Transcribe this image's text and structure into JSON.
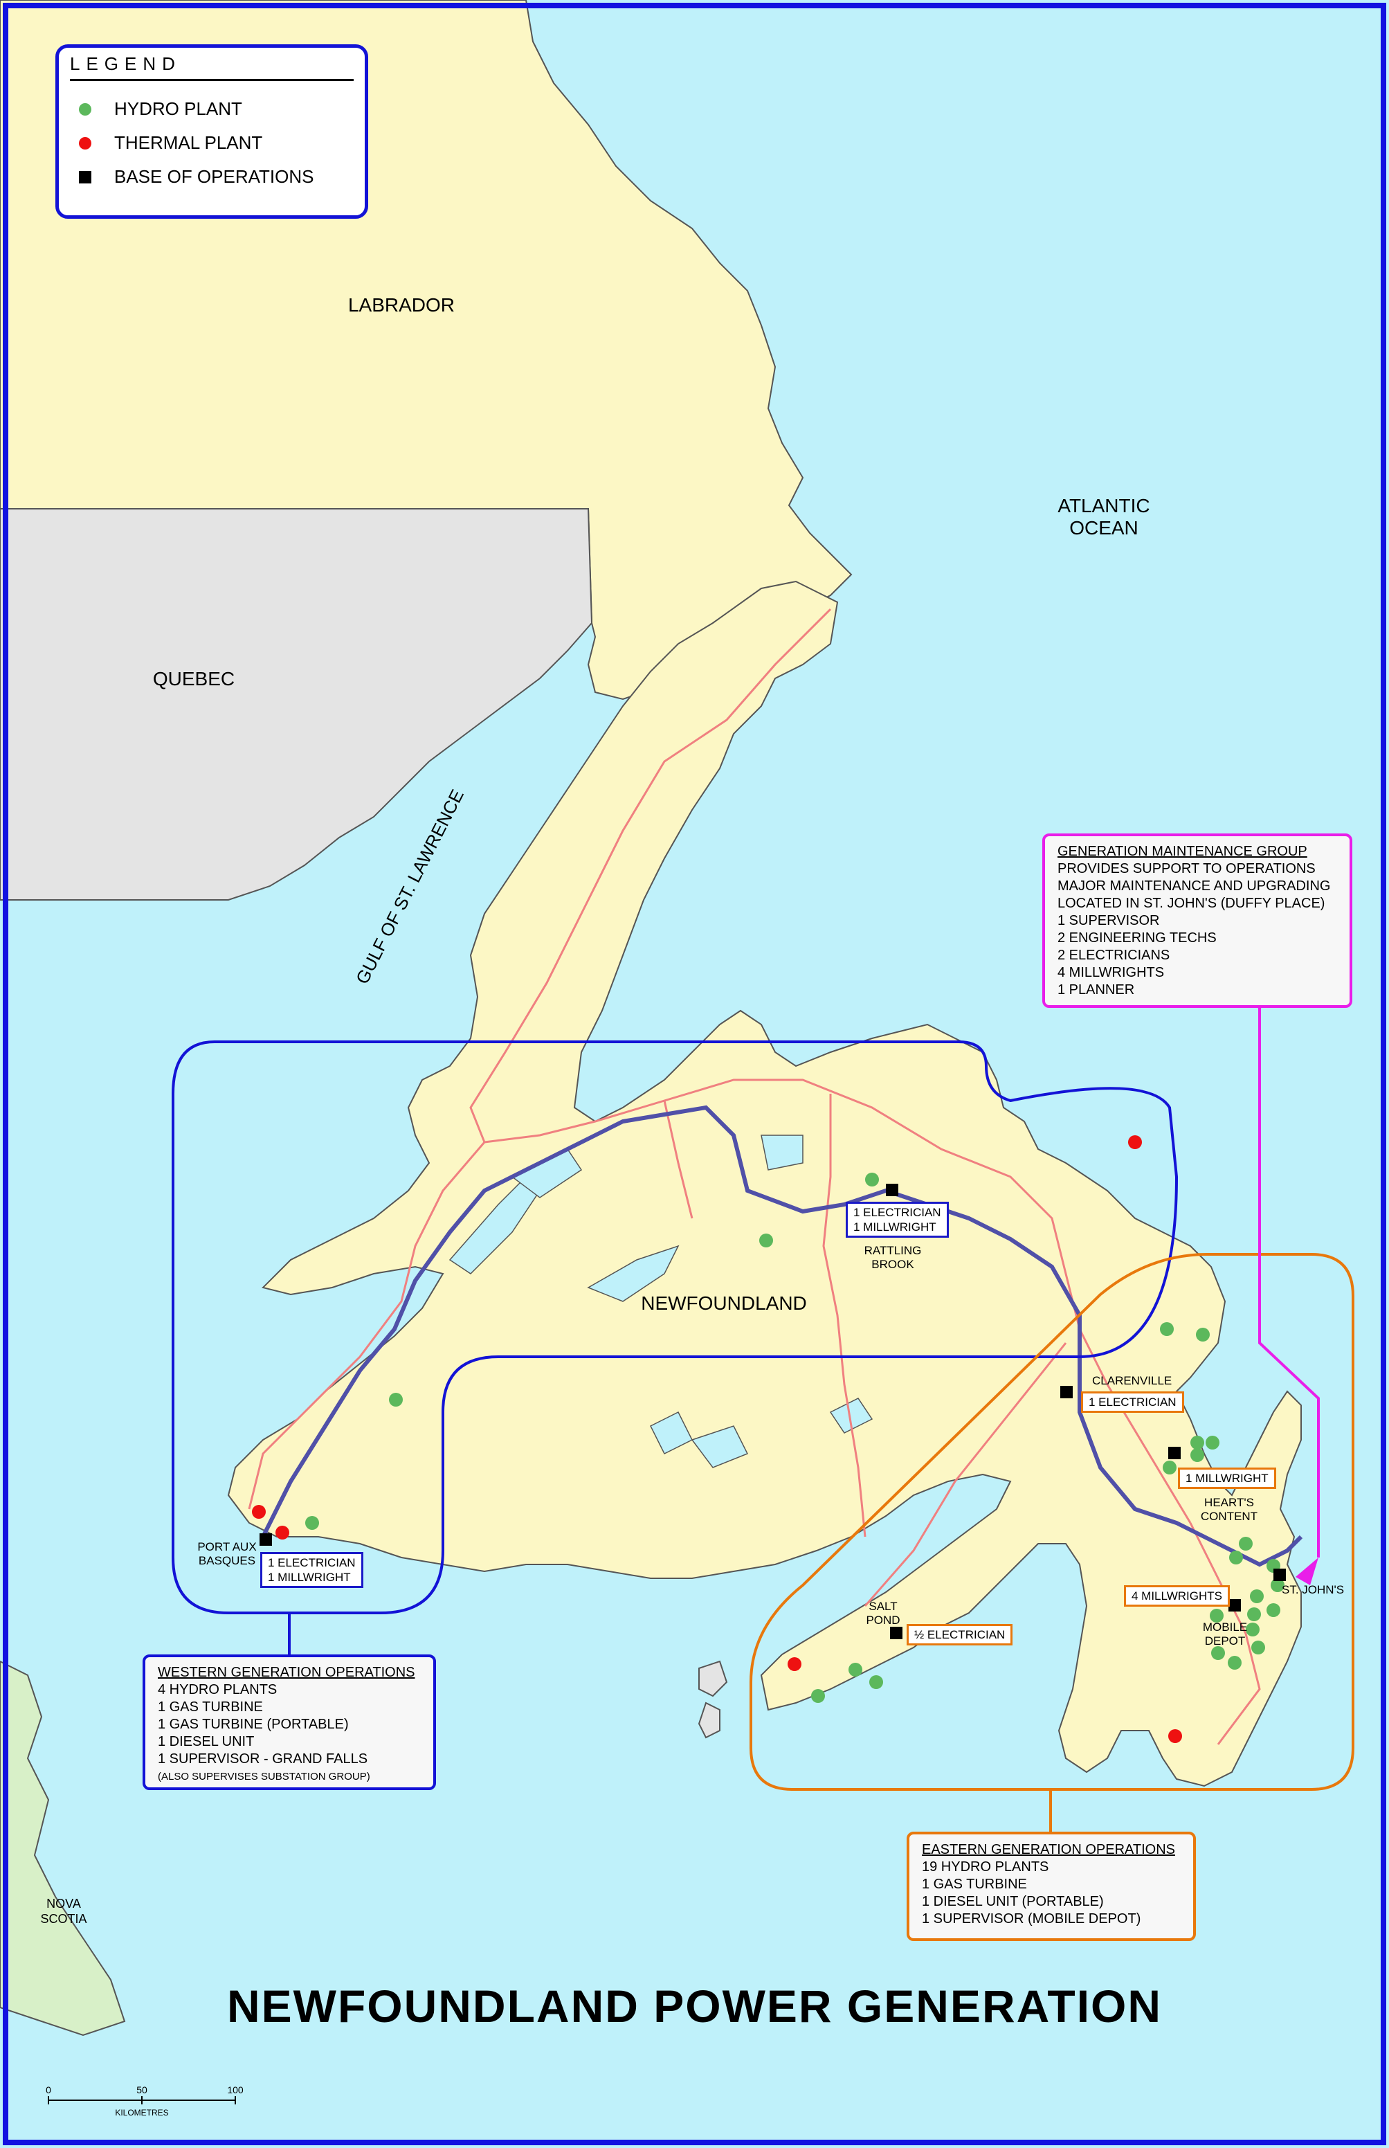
{
  "legend": {
    "title": "LEGEND",
    "items": [
      {
        "label": "HYDRO PLANT",
        "symbol": "hydro-dot",
        "color": "#5cb85c"
      },
      {
        "label": "THERMAL PLANT",
        "symbol": "thermal-dot",
        "color": "#ee1111"
      },
      {
        "label": "BASE OF OPERATIONS",
        "symbol": "base-square",
        "color": "#000000"
      }
    ]
  },
  "regions": {
    "labrador": "LABRADOR",
    "quebec": "QUEBEC",
    "atlantic": [
      "ATLANTIC",
      "OCEAN"
    ],
    "gulf": "GULF OF ST. LAWRENCE",
    "newfoundland": "NEWFOUNDLAND",
    "nova_scotia": [
      "NOVA",
      "SCOTIA"
    ]
  },
  "places": {
    "rattling_brook": [
      "RATTLING",
      "BROOK"
    ],
    "clarenville": "CLARENVILLE",
    "port_aux_basques": [
      "PORT AUX",
      "BASQUES"
    ],
    "hearts_content": [
      "HEART'S",
      "CONTENT"
    ],
    "st_johns": "ST. JOHN'S",
    "mobile_depot": [
      "MOBILE",
      "DEPOT"
    ],
    "salt_pond": [
      "SALT",
      "POND"
    ]
  },
  "tags": {
    "rattling": [
      "1 ELECTRICIAN",
      "1 MILLWRIGHT"
    ],
    "port_aux": [
      "1 ELECTRICIAN",
      "1 MILLWRIGHT"
    ],
    "clarenville": "1 ELECTRICIAN",
    "hearts": "1 MILLWRIGHT",
    "st_johns": "4 MILLWRIGHTS",
    "salt_pond": "½ ELECTRICIAN"
  },
  "gen_maintenance": {
    "title": "GENERATION MAINTENANCE GROUP",
    "lines": [
      "PROVIDES SUPPORT TO OPERATIONS",
      "MAJOR MAINTENANCE AND UPGRADING",
      "LOCATED IN ST. JOHN'S (DUFFY PLACE)",
      "1 SUPERVISOR",
      "2 ENGINEERING TECHS",
      "2 ELECTRICIANS",
      "4 MILLWRIGHTS",
      "1 PLANNER"
    ]
  },
  "western_ops": {
    "title": "WESTERN GENERATION OPERATIONS",
    "lines": [
      "4 HYDRO PLANTS",
      "1 GAS TURBINE",
      "1 GAS TURBINE (PORTABLE)",
      "1 DIESEL UNIT",
      "1 SUPERVISOR - GRAND FALLS"
    ],
    "note": "(ALSO SUPERVISES SUBSTATION GROUP)"
  },
  "eastern_ops": {
    "title": "EASTERN GENERATION OPERATIONS",
    "lines": [
      "19 HYDRO PLANTS",
      "1 GAS TURBINE",
      "1 DIESEL UNIT (PORTABLE)",
      "1 SUPERVISOR (MOBILE DEPOT)"
    ]
  },
  "title": "NEWFOUNDLAND POWER GENERATION",
  "scale": {
    "ticks": [
      "0",
      "50",
      "100"
    ],
    "unit": "KILOMETRES"
  },
  "colors": {
    "water": "#bff1fa",
    "land": "#fcf7c5",
    "quebec": "#e4e4e4",
    "western": "#1313d6",
    "eastern": "#e8780c",
    "maintenance": "#e91ee9",
    "roads": "#f08080",
    "transmission": "#5050a8"
  }
}
